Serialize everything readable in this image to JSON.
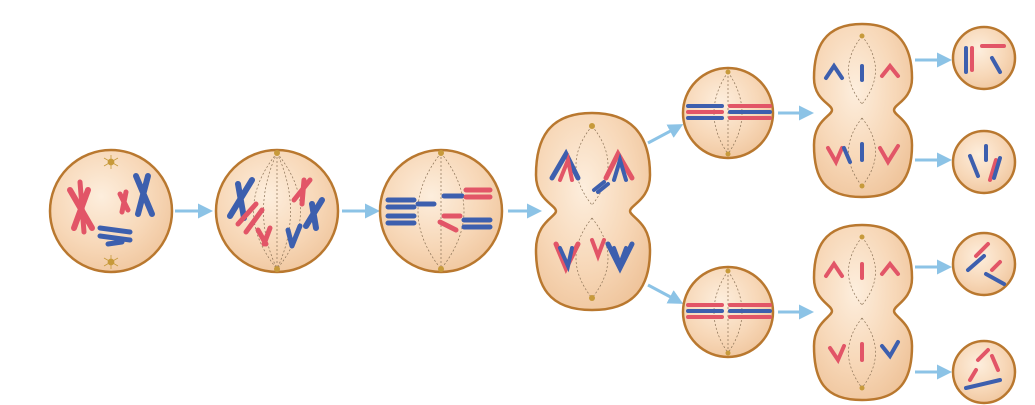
{
  "diagram": {
    "colors": {
      "cell_fill": "#f6d3b0",
      "cell_fill_light": "#fbe6cf",
      "cell_outline": "#b9782f",
      "chromosome_red": "#e25567",
      "chromosome_blue": "#3d5fae",
      "arrow": "#8cc3e6",
      "centrosome": "#c79a3b",
      "spindle": "#8a7155"
    },
    "stages": [
      {
        "id": "prophase-1",
        "icon": "cell-icon"
      },
      {
        "id": "prometaphase-1",
        "icon": "cell-icon"
      },
      {
        "id": "metaphase-1",
        "icon": "cell-icon"
      },
      {
        "id": "anaphase-telophase-1",
        "icon": "dividing-cell-icon"
      },
      {
        "id": "metaphase-2-top",
        "icon": "cell-icon"
      },
      {
        "id": "metaphase-2-bottom",
        "icon": "cell-icon"
      },
      {
        "id": "anaphase-2-top",
        "icon": "dividing-cell-icon"
      },
      {
        "id": "anaphase-2-bottom",
        "icon": "dividing-cell-icon"
      },
      {
        "id": "daughter-cell-1",
        "icon": "cell-icon"
      },
      {
        "id": "daughter-cell-2",
        "icon": "cell-icon"
      },
      {
        "id": "daughter-cell-3",
        "icon": "cell-icon"
      },
      {
        "id": "daughter-cell-4",
        "icon": "cell-icon"
      }
    ]
  }
}
